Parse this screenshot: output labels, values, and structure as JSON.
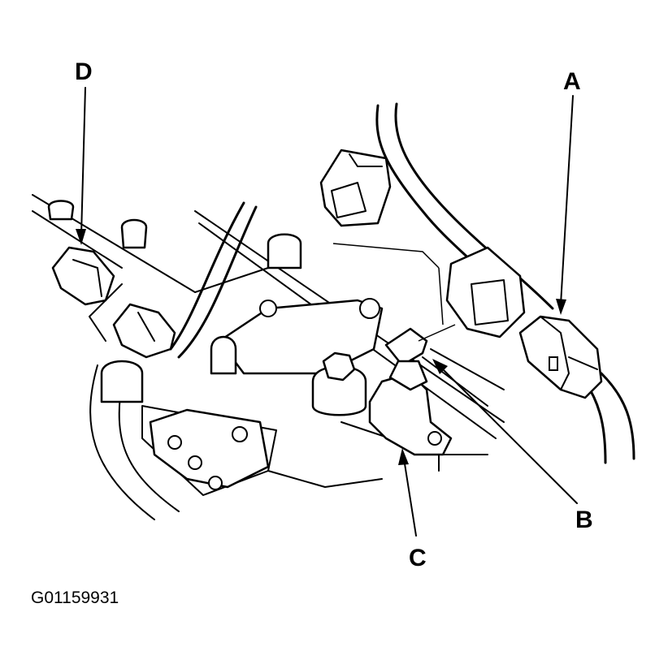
{
  "figure": {
    "id_label": "G01159931",
    "callouts": {
      "a": "A",
      "b": "B",
      "c": "C",
      "d": "D"
    },
    "line_color": "#000000",
    "background": "#ffffff"
  }
}
